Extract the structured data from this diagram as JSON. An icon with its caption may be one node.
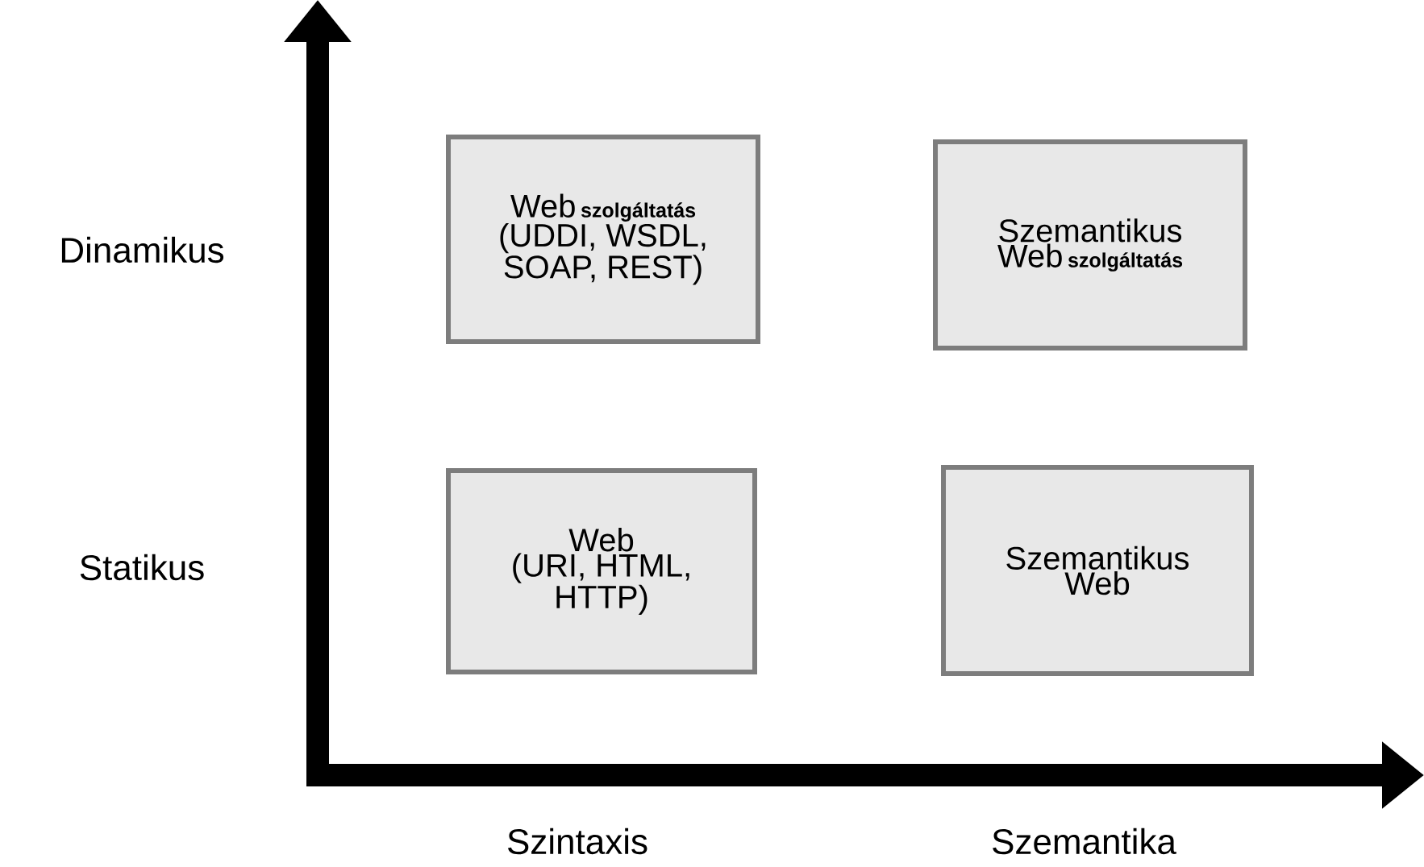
{
  "diagram": {
    "nodes": [
      {
        "text": [
          "Web",
          "szolgáltatás",
          "(UDDI, WSDL, SOAP, REST)"
        ]
      },
      {
        "text": [
          "Szemantikus",
          "Web",
          "szolgáltatás"
        ]
      },
      {
        "text": [
          "Web",
          "(URI, HTML, HTTP)"
        ]
      },
      {
        "text": [
          "Szemantikus Web"
        ]
      }
    ],
    "labels": [
      "Dinamikus",
      "Statikus",
      "Szintaxis",
      "Szemantika"
    ]
  }
}
